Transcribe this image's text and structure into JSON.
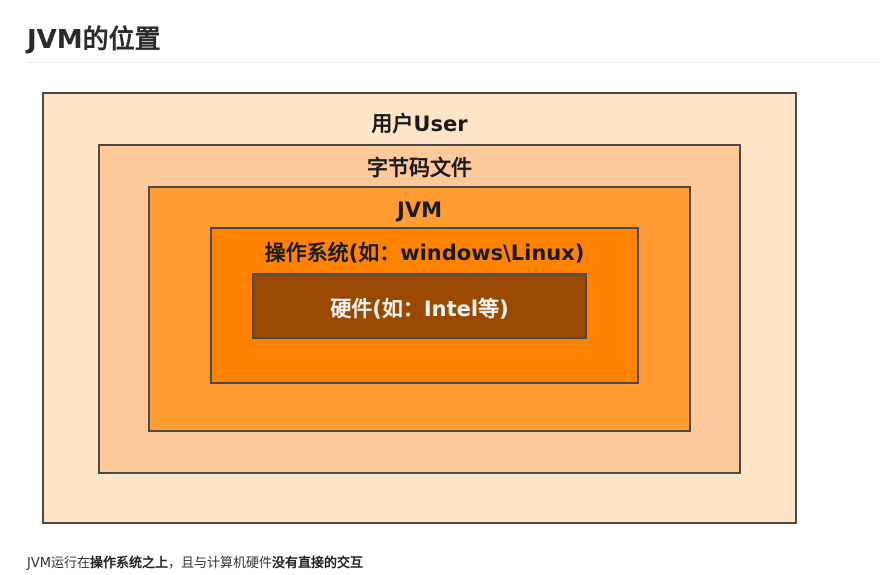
{
  "section": {
    "title": "JVM的位置"
  },
  "diagram": {
    "layers": [
      {
        "label": "用户User",
        "color": "#fee5c8"
      },
      {
        "label": "字节码文件",
        "color": "#fec999"
      },
      {
        "label": "JVM",
        "color": "#ff9c32"
      },
      {
        "label": "操作系统(如：windows\\Linux)",
        "color": "#ff8300"
      },
      {
        "label": "硬件(如：Intel等)",
        "color": "#9a4a00"
      }
    ]
  },
  "caption": {
    "part1": "JVM运行在",
    "part2": "操作系统之上",
    "part3": "，且与计算机硬件",
    "part4": "没有直接的交互"
  }
}
